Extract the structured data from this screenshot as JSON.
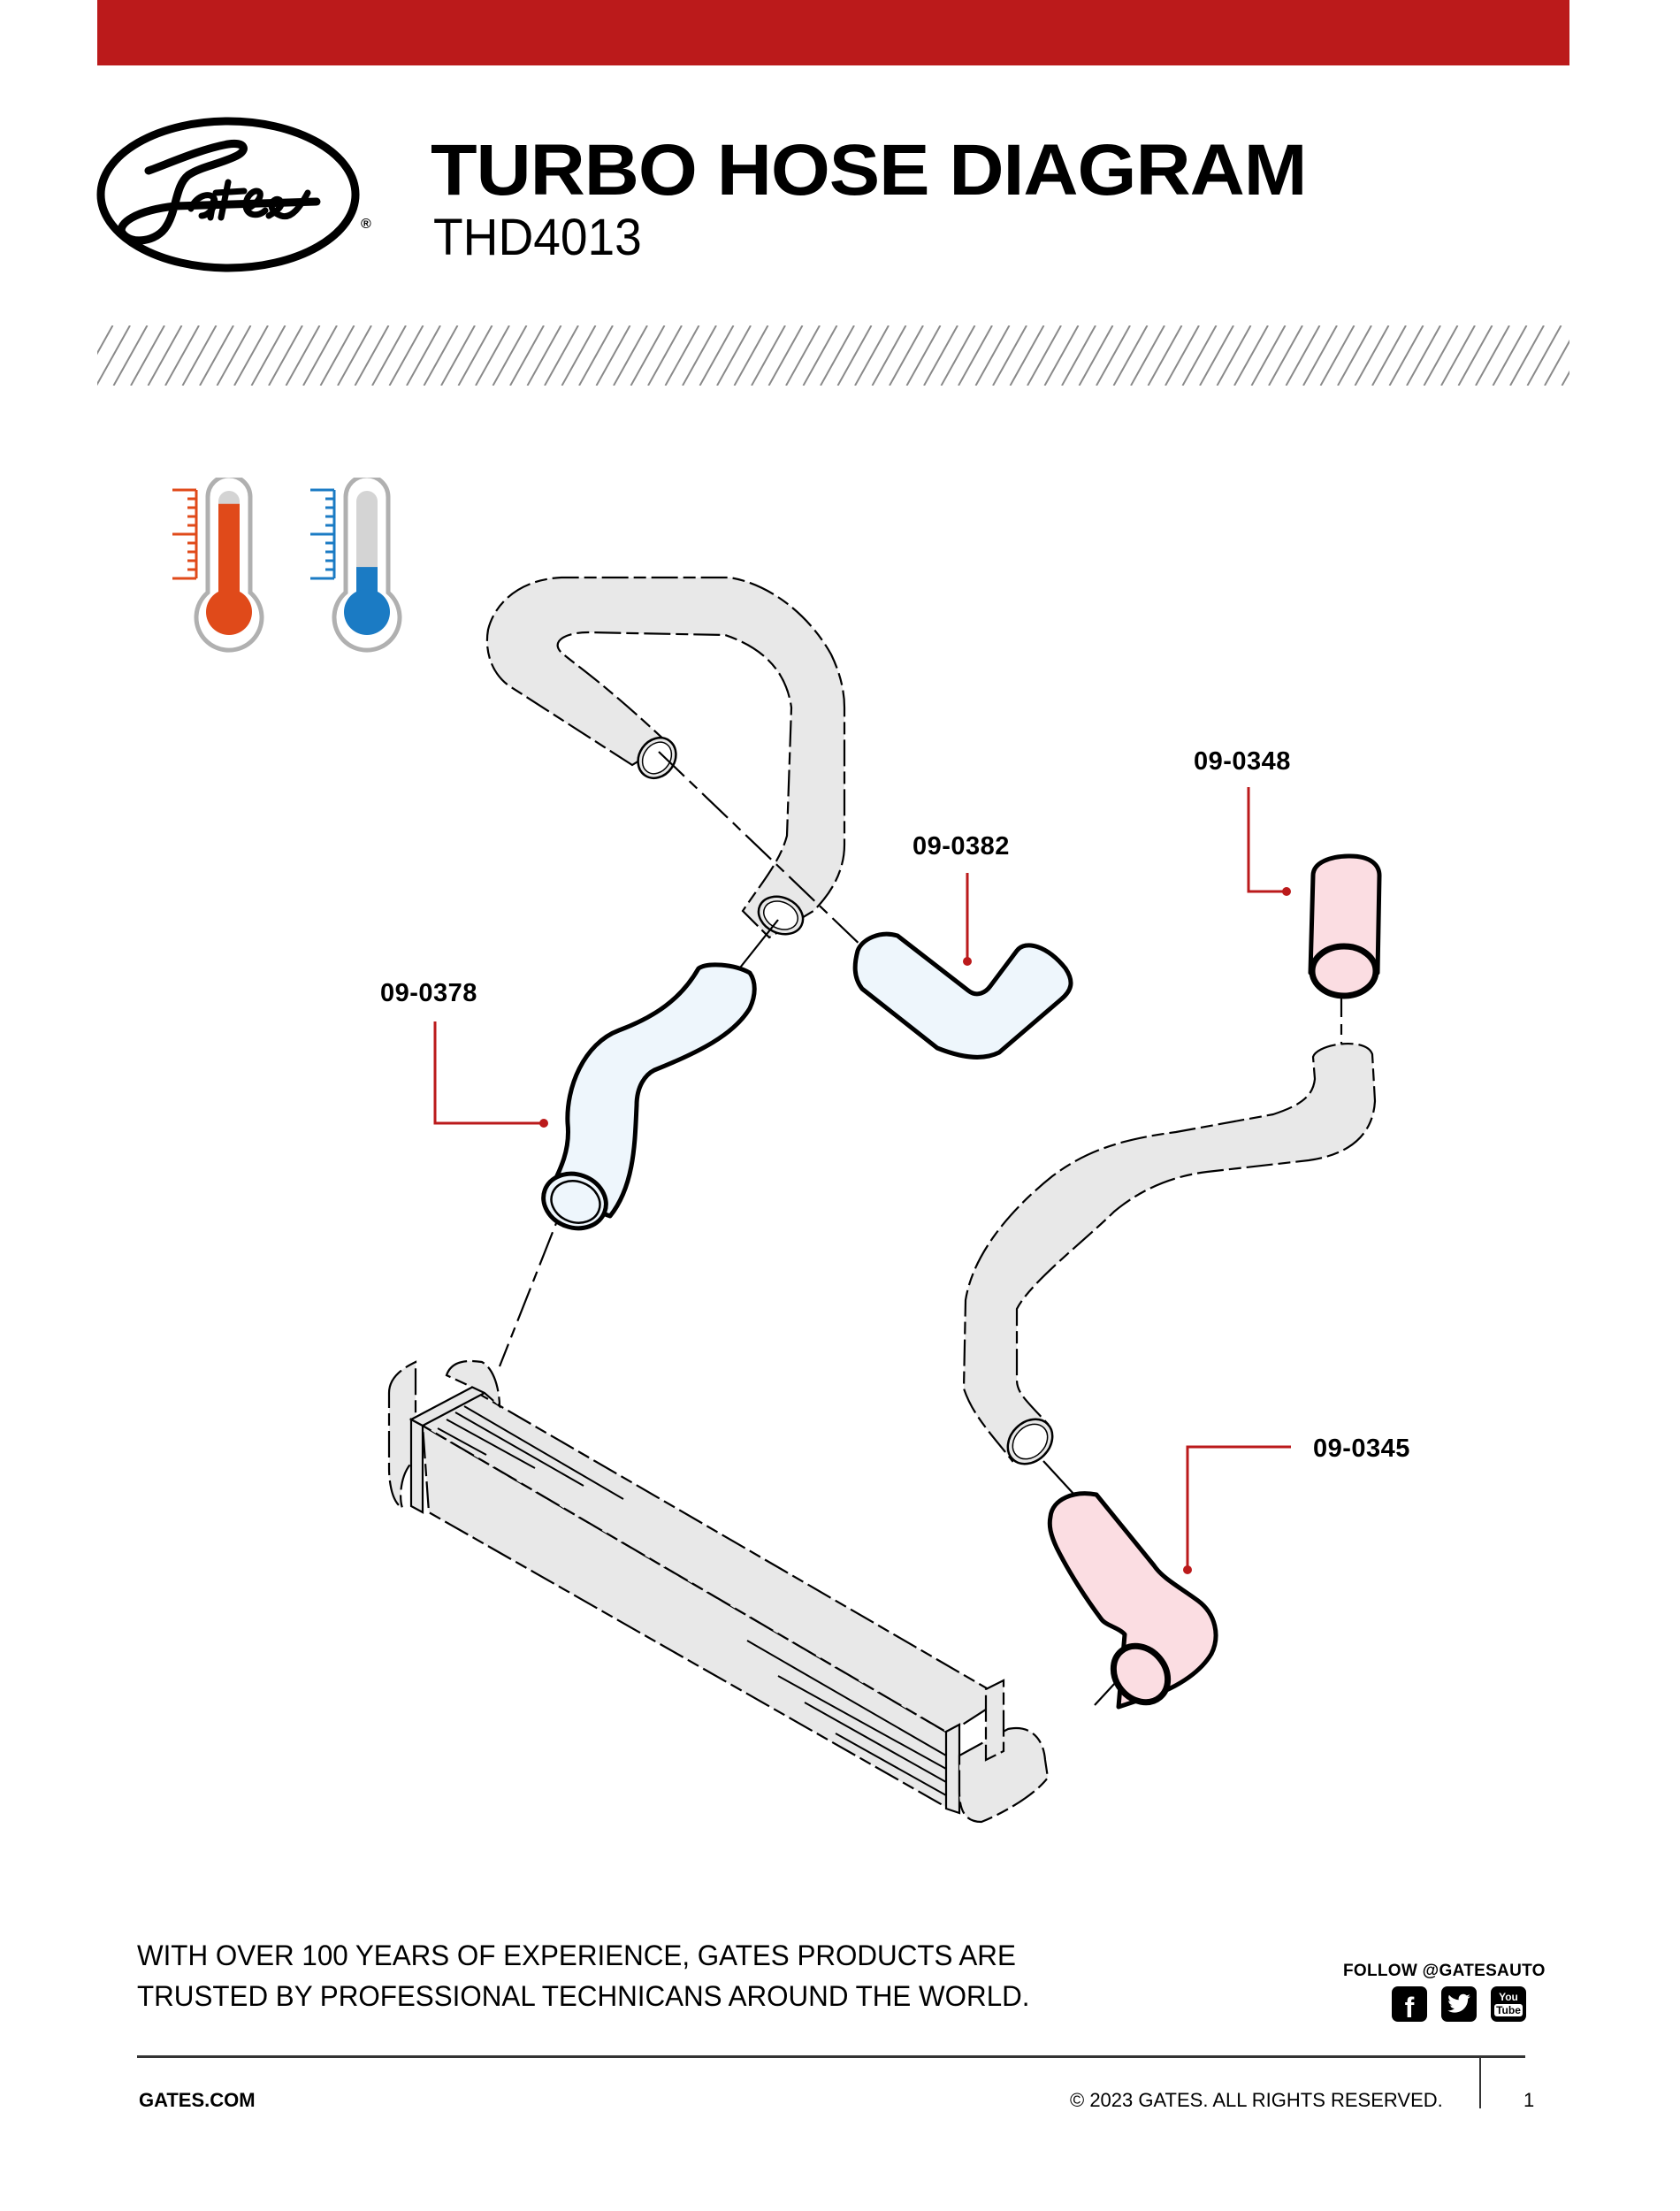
{
  "header": {
    "brand": "Gates",
    "registered_mark": "®",
    "title": "TURBO HOSE DIAGRAM",
    "subtitle": "THD4013",
    "accent_color": "#bb1a1b"
  },
  "legend": {
    "hot": {
      "icon": "thermometer-hot-icon",
      "color": "#e04a1a",
      "fill_level": 0.88
    },
    "cold": {
      "icon": "thermometer-cold-icon",
      "color": "#1b7bc4",
      "fill_level": 0.3
    }
  },
  "diagram": {
    "parts": [
      {
        "part_number": "09-0382",
        "color": "#eef6fc"
      },
      {
        "part_number": "09-0348",
        "color": "#fbdde2"
      },
      {
        "part_number": "09-0378",
        "color": "#eef6fc"
      },
      {
        "part_number": "09-0345",
        "color": "#fbdde2"
      }
    ],
    "leader_color": "#bb1a1b",
    "context_fill": "#e8e8e8"
  },
  "footer": {
    "tagline_line1": "WITH OVER 100 YEARS OF EXPERIENCE, GATES PRODUCTS ARE",
    "tagline_line2": "TRUSTED BY PROFESSIONAL TECHNICANS AROUND THE WORLD.",
    "follow": "FOLLOW @GATESAUTO",
    "social": [
      {
        "name": "facebook",
        "icon": "facebook-icon",
        "glyph": "f"
      },
      {
        "name": "twitter",
        "icon": "twitter-icon"
      },
      {
        "name": "youtube",
        "icon": "youtube-icon",
        "glyph_top": "You",
        "glyph_bottom": "Tube"
      }
    ],
    "site": "GATES.COM",
    "copyright": "© 2023 GATES. ALL RIGHTS RESERVED.",
    "page_number": "1"
  }
}
